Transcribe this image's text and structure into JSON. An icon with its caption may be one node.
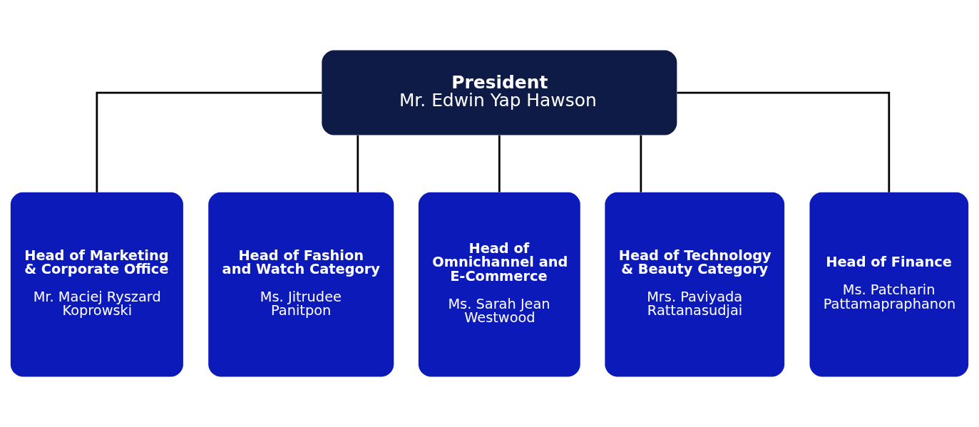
{
  "diagram": {
    "nodes": [
      {
        "text": [
          "President",
          "Mr. Edwin Yap Hawson"
        ]
      },
      {
        "text": [
          "Head of Marketing & Corporate Office",
          "Mr. Maciej Ryszard Koprowski"
        ]
      },
      {
        "text": [
          "Head of Fashion and Watch Category",
          "Ms. Jitrudee Panitpon"
        ]
      },
      {
        "text": [
          "Head of Omnichannel and E-Commerce",
          "Ms. Sarah Jean Westwood"
        ]
      },
      {
        "text": [
          "Head of Technology & Beauty Category",
          "Mrs. Paviyada Rattanasudjai"
        ]
      },
      {
        "text": [
          "Head of Finance",
          "Ms. Patcharin Pattamapraphanon"
        ]
      }
    ],
    "edges": [
      {
        "from": 0,
        "to": 1,
        "arrow": "none"
      },
      {
        "from": 0,
        "to": 2,
        "arrow": "none"
      },
      {
        "from": 0,
        "to": 3,
        "arrow": "none"
      },
      {
        "from": 0,
        "to": 4,
        "arrow": "none"
      },
      {
        "from": 0,
        "to": 5,
        "arrow": "none"
      }
    ]
  }
}
